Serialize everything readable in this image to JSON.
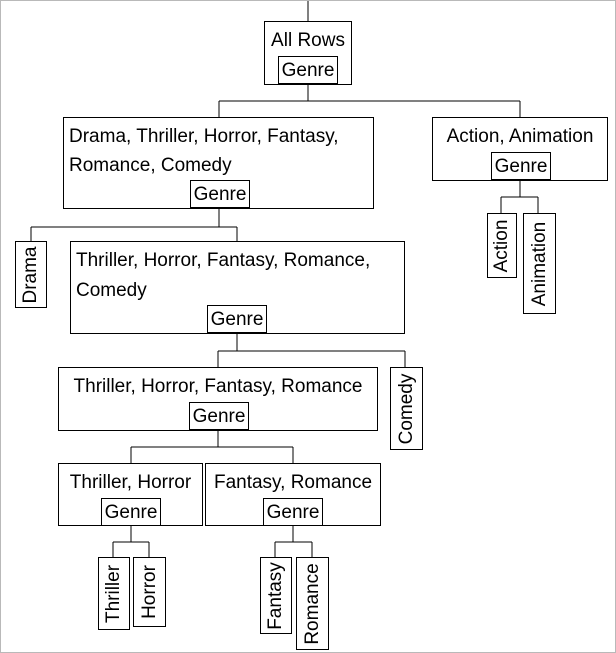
{
  "tree": {
    "root": {
      "label": "All Rows",
      "split": "Genre"
    },
    "n1": {
      "label_lines": [
        "Drama, Thriller, Horror, Fantasy,",
        "Romance, Comedy"
      ],
      "split": "Genre"
    },
    "n2": {
      "label": "Action, Animation",
      "split": "Genre"
    },
    "n3": {
      "label_lines": [
        "Thriller, Horror, Fantasy, Romance,",
        "Comedy"
      ],
      "split": "Genre"
    },
    "n4": {
      "label": "Thriller, Horror, Fantasy, Romance",
      "split": "Genre"
    },
    "n5": {
      "label": "Thriller, Horror",
      "split": "Genre"
    },
    "n6": {
      "label": "Fantasy, Romance",
      "split": "Genre"
    },
    "leaves": {
      "drama": "Drama",
      "action": "Action",
      "animation": "Animation",
      "comedy": "Comedy",
      "thriller": "Thriller",
      "horror": "Horror",
      "fantasy": "Fantasy",
      "romance": "Romance"
    }
  }
}
